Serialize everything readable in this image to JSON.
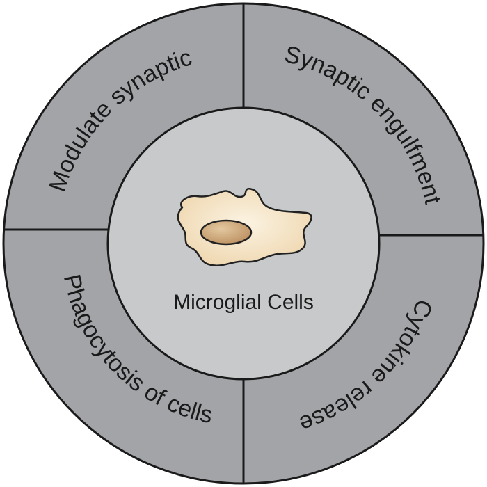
{
  "center": {
    "label": "Microglial Cells",
    "icon": "microglial-cell-icon"
  },
  "sectors": [
    {
      "id": "top-left",
      "label": "Modulate synaptic"
    },
    {
      "id": "top-right",
      "label": "Synaptic engulfment"
    },
    {
      "id": "bottom-right",
      "label": "Cytokine release"
    },
    {
      "id": "bottom-left",
      "label": "Phagocytosis of cells"
    }
  ],
  "colors": {
    "ring": "#a2a4a8",
    "center": "#c7c9cb",
    "outline": "#1a1a1a",
    "cell_body": "#f7e8cd",
    "nucleus": "#caa57a"
  }
}
